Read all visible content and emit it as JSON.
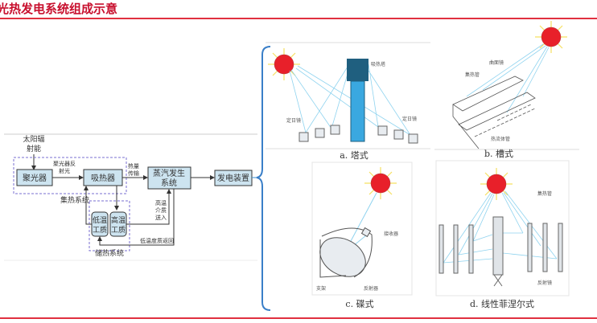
{
  "title": "光热发电系统组成示意",
  "flow": {
    "solar": [
      "太阳辐",
      "射能"
    ],
    "concentrator": "聚光器",
    "reflected": [
      "聚光器反",
      "射光"
    ],
    "absorber": "吸热器",
    "heat_transfer": [
      "热量",
      "传输"
    ],
    "steam": [
      "蒸汽发生",
      "系统"
    ],
    "power": "发电装置",
    "collect_sys": "集热系统",
    "low_tank": [
      "低温",
      "工质"
    ],
    "high_tank": [
      "高温",
      "工质"
    ],
    "high_in": [
      "高温",
      "介质",
      "送入"
    ],
    "low_return": "低温度质返回",
    "storage_sys": "储热系统"
  },
  "panels": {
    "a": {
      "caption": "a. 塔式",
      "tower": "吸热塔",
      "heliostat": "定日镜"
    },
    "b": {
      "caption": "b. 槽式",
      "mirror": "曲面镜",
      "tube": "集热管",
      "fluid": "热流体管"
    },
    "c": {
      "caption": "c. 碟式",
      "receiver": "接收器",
      "support": "支架",
      "reflector": "反射器"
    },
    "d": {
      "caption": "d. 线性菲涅尔式",
      "tube": "集热管",
      "mirror": "反射镜"
    }
  },
  "colors": {
    "title": "#c8102e",
    "sun": "#e8202a",
    "ray": "#8fd3ef",
    "box": "#cde4f0",
    "dash": "#7a6fd0"
  }
}
